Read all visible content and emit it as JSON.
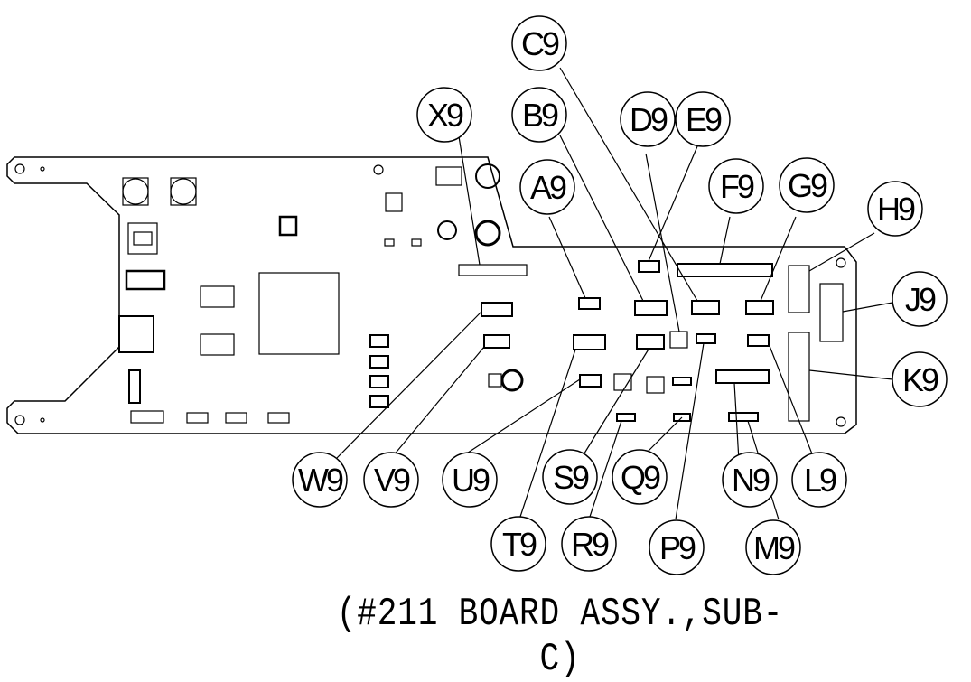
{
  "title": "(#211 BOARD ASSY.,SUB-C)",
  "callouts": [
    {
      "id": "X9",
      "label": "X9"
    },
    {
      "id": "C9",
      "label": "C9"
    },
    {
      "id": "B9",
      "label": "B9"
    },
    {
      "id": "D9",
      "label": "D9"
    },
    {
      "id": "E9",
      "label": "E9"
    },
    {
      "id": "A9",
      "label": "A9"
    },
    {
      "id": "F9",
      "label": "F9"
    },
    {
      "id": "G9",
      "label": "G9"
    },
    {
      "id": "H9",
      "label": "H9"
    },
    {
      "id": "J9",
      "label": "J9"
    },
    {
      "id": "K9",
      "label": "K9"
    },
    {
      "id": "L9",
      "label": "L9"
    },
    {
      "id": "W9",
      "label": "W9"
    },
    {
      "id": "V9",
      "label": "V9"
    },
    {
      "id": "U9",
      "label": "U9"
    },
    {
      "id": "S9",
      "label": "S9"
    },
    {
      "id": "Q9",
      "label": "Q9"
    },
    {
      "id": "N9",
      "label": "N9"
    },
    {
      "id": "T9",
      "label": "T9"
    },
    {
      "id": "R9",
      "label": "R9"
    },
    {
      "id": "P9",
      "label": "P9"
    },
    {
      "id": "M9",
      "label": "M9"
    }
  ]
}
